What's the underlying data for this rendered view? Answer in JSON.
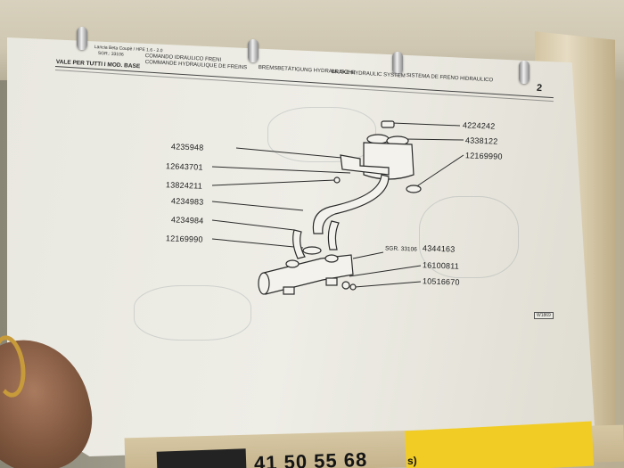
{
  "header": {
    "model_line": "Lancia Beta Coupè / HPE 1.6 - 2.0",
    "group_label": "SGR.: 33106",
    "title_italian": "COMANDO IDRAULICO FRENI",
    "title_french": "COMMANDE HYDRAULIQUE DE FREINS",
    "title_german": "BREMSBETÄTIGUNG HYDRAULISCHE",
    "title_english": "BRAKE HYDRAULIC SYSTEM",
    "title_spanish": "SISTEMA DE FRENO HIDRAULICO",
    "applies_to": "VALE PER TUTTI I MOD. BASE",
    "page_number": "2"
  },
  "callouts": {
    "left": [
      "4235948",
      "12643701",
      "13824211",
      "4234983",
      "4234984",
      "12169990"
    ],
    "right": [
      "4224242",
      "4338122",
      "12169990",
      "4344163",
      "16100811",
      "10516670"
    ],
    "sgr_reference": "SGR. 33106"
  },
  "drawing_code": "W1869",
  "binder_tab": {
    "phone": "41 50 55 68",
    "tab_text": "s)"
  },
  "colors": {
    "paper": "#eceae2",
    "ink": "#2a2a2a",
    "tab_yellow": "#f1cc25"
  }
}
